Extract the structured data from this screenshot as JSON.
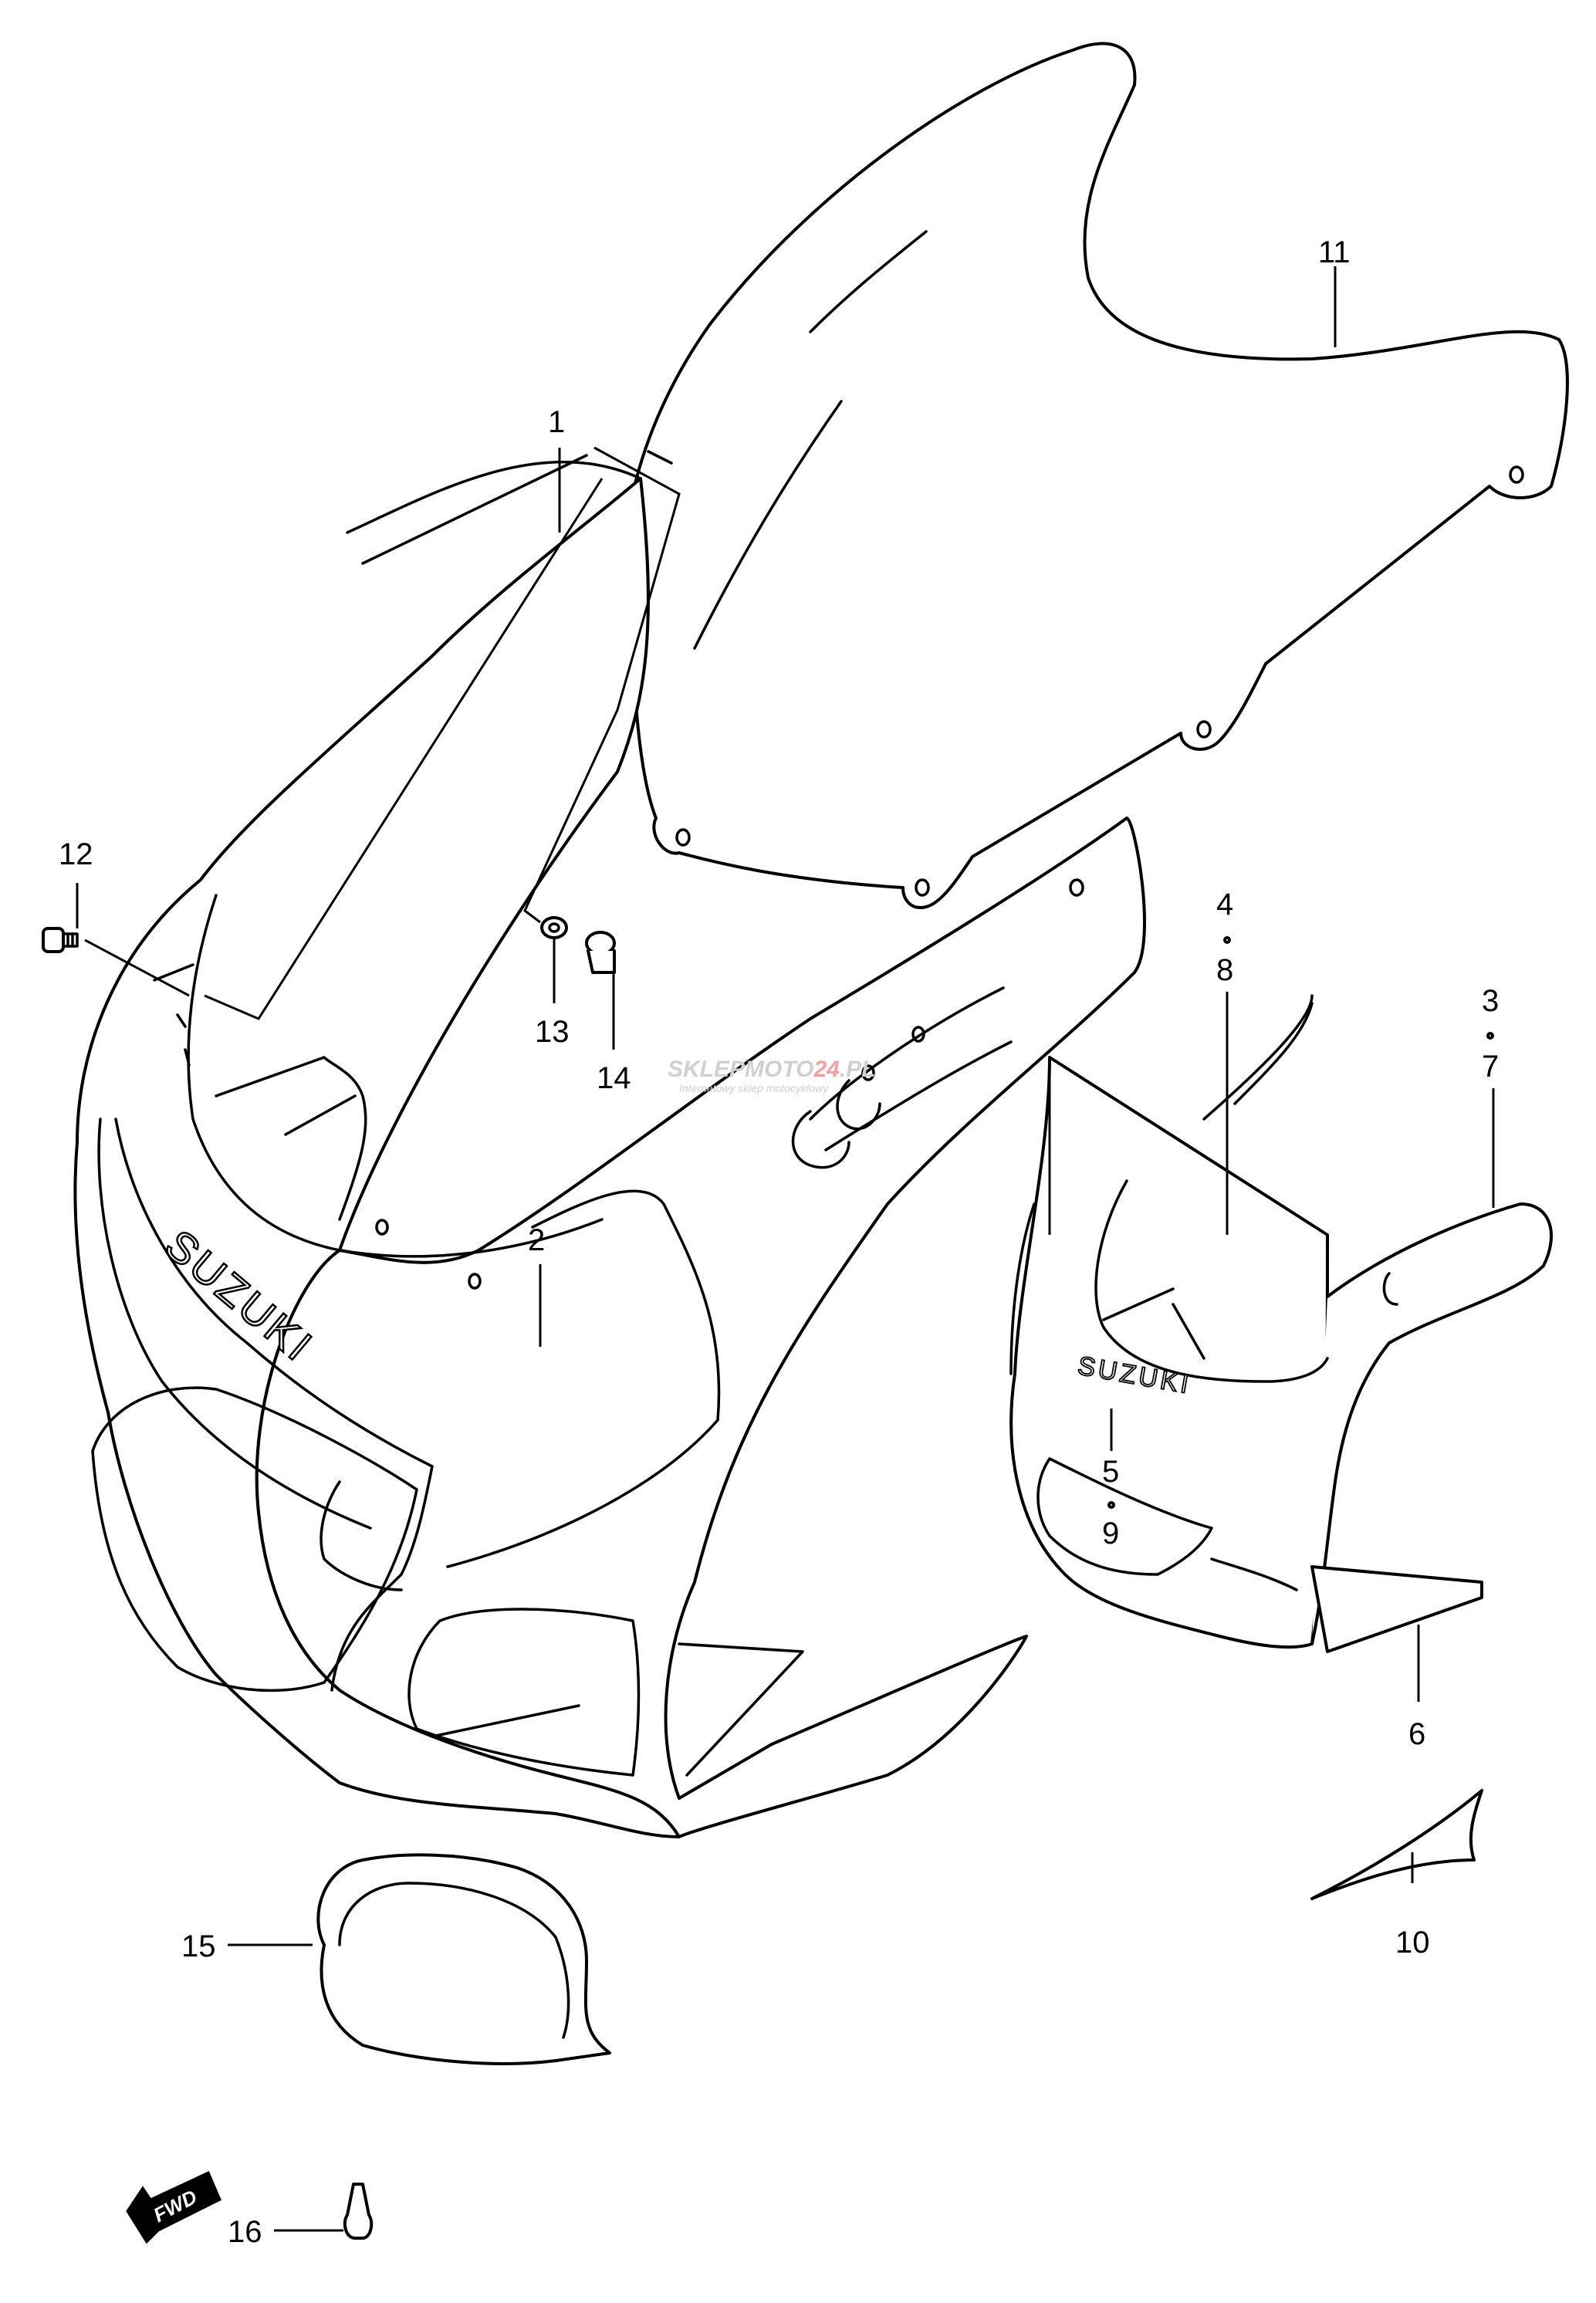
{
  "diagram": {
    "callouts": [
      {
        "id": "1",
        "text": "1"
      },
      {
        "id": "2",
        "text": "2"
      },
      {
        "id": "3",
        "text": "3"
      },
      {
        "id": "7",
        "text": "7"
      },
      {
        "id": "4",
        "text": "4"
      },
      {
        "id": "8",
        "text": "8"
      },
      {
        "id": "5",
        "text": "5"
      },
      {
        "id": "9",
        "text": "9"
      },
      {
        "id": "6",
        "text": "6"
      },
      {
        "id": "10",
        "text": "10"
      },
      {
        "id": "11",
        "text": "11"
      },
      {
        "id": "12",
        "text": "12"
      },
      {
        "id": "13",
        "text": "13"
      },
      {
        "id": "14",
        "text": "14"
      },
      {
        "id": "15",
        "text": "15"
      },
      {
        "id": "16",
        "text": "16"
      }
    ],
    "decals": {
      "main": "SUZUKI",
      "side": "SUZUKI"
    },
    "direction_badge": "FWD",
    "watermark": {
      "brand_left": "SKLEPMOTO",
      "brand_mid": "24",
      "brand_right": ".PL",
      "tagline": "Internetowy sklep motocyklowy"
    }
  }
}
